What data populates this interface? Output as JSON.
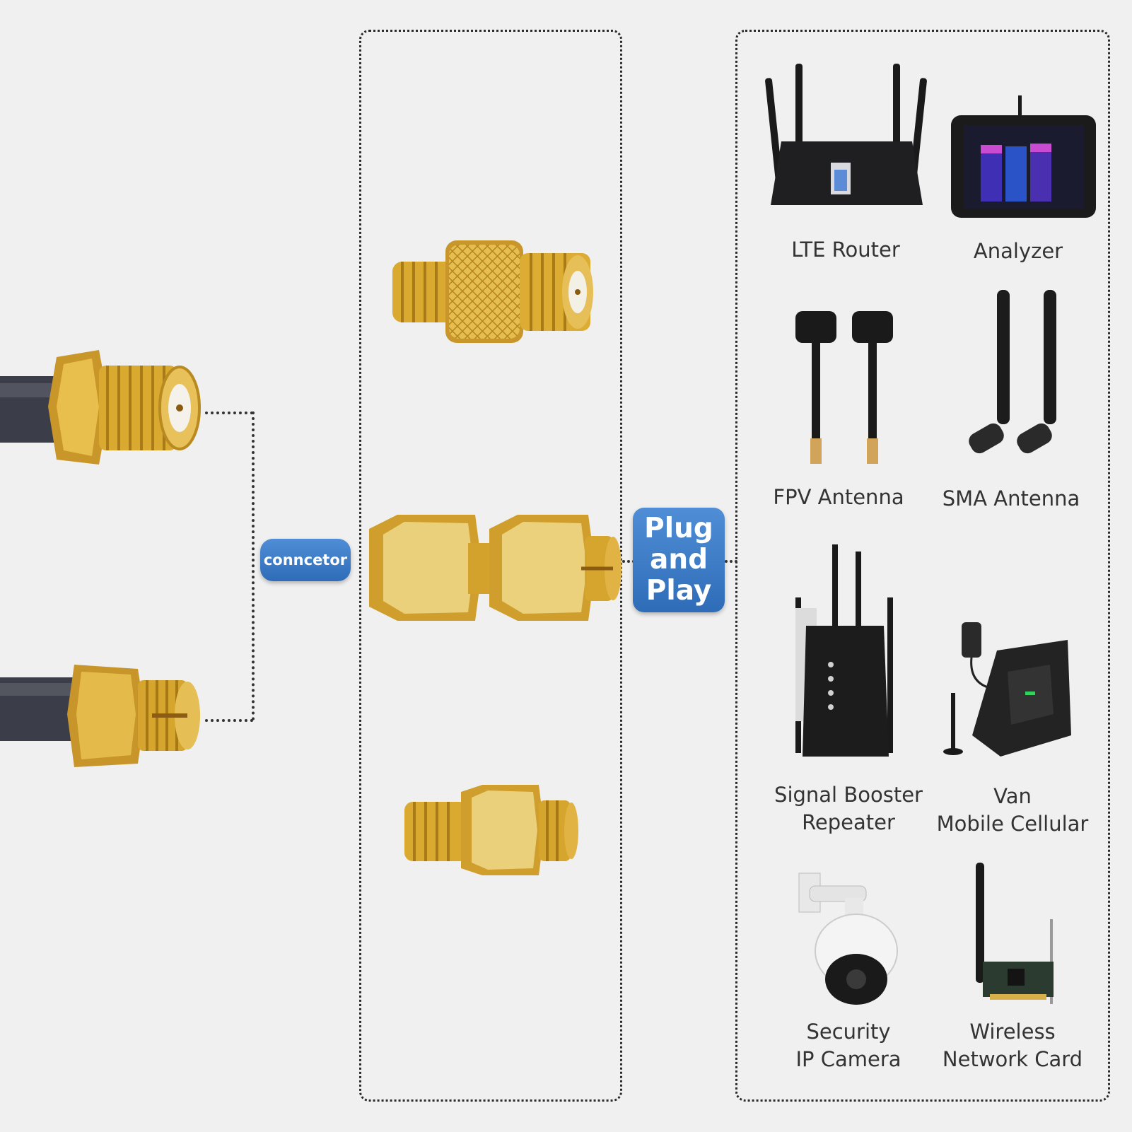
{
  "connector_label": "conncetor",
  "plug_label": [
    "Plug",
    "and",
    "Play"
  ],
  "devices": [
    {
      "id": "lte-router",
      "lines": [
        "LTE Router"
      ]
    },
    {
      "id": "analyzer",
      "lines": [
        "Analyzer"
      ]
    },
    {
      "id": "fpv-antenna",
      "lines": [
        "FPV Antenna"
      ]
    },
    {
      "id": "sma-antenna",
      "lines": [
        "SMA Antenna"
      ]
    },
    {
      "id": "signal-booster",
      "lines": [
        "Signal Booster",
        "Repeater"
      ]
    },
    {
      "id": "van-mobile",
      "lines": [
        "Van",
        "Mobile Cellular"
      ]
    },
    {
      "id": "security-camera",
      "lines": [
        "Security",
        "IP Camera"
      ]
    },
    {
      "id": "network-card",
      "lines": [
        "Wireless",
        "Network Card"
      ]
    }
  ],
  "colors": {
    "gold": "#d9a930",
    "accent_blue": "#3a7cc8",
    "cable": "#3b3d48"
  }
}
